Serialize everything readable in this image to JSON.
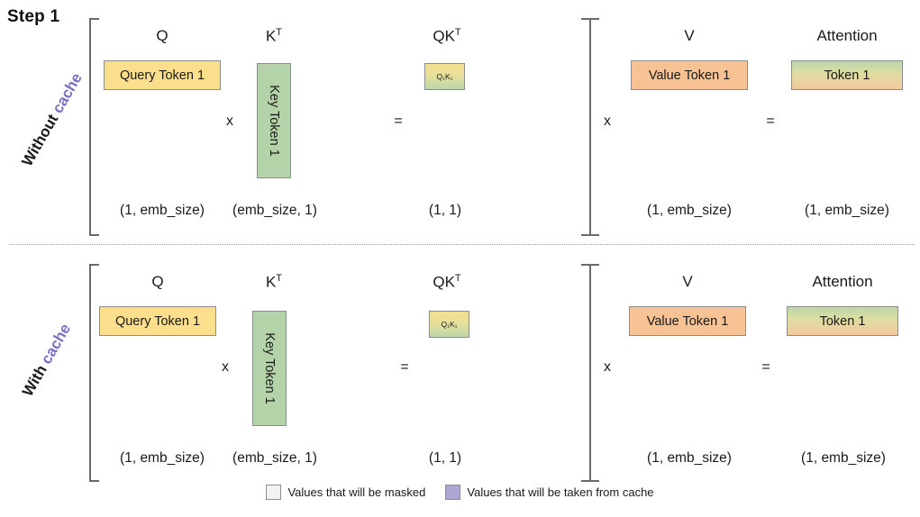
{
  "title": "Step 1",
  "rows": [
    {
      "label_line1": "Without",
      "label_line2": "cache",
      "groups": {
        "left": {
          "headers": {
            "q": "Q",
            "kt": "K",
            "kt_sup": "T",
            "qkt": "QK",
            "qkt_sup": "T"
          },
          "boxes": {
            "q": "Query Token 1",
            "k": "Key Token 1",
            "qk": "Q₁K₁"
          },
          "ops": {
            "mul": "x",
            "eq": "="
          },
          "dims": {
            "q": "(1, emb_size)",
            "kt": "(emb_size, 1)",
            "qkt": "(1, 1)"
          }
        },
        "right": {
          "headers": {
            "v": "V",
            "attention": "Attention"
          },
          "boxes": {
            "v": "Value Token 1",
            "attention": "Token 1"
          },
          "ops": {
            "mul": "x",
            "eq": "="
          },
          "dims": {
            "v": "(1, emb_size)",
            "attention": "(1, emb_size)"
          }
        }
      }
    },
    {
      "label_line1": "With",
      "label_line2": "cache",
      "groups": {
        "left": {
          "headers": {
            "q": "Q",
            "kt": "K",
            "kt_sup": "T",
            "qkt": "QK",
            "qkt_sup": "T"
          },
          "boxes": {
            "q": "Query Token 1",
            "k": "Key Token 1",
            "qk": "Q₁K₁"
          },
          "ops": {
            "mul": "x",
            "eq": "="
          },
          "dims": {
            "q": "(1, emb_size)",
            "kt": "(emb_size, 1)",
            "qkt": "(1, 1)"
          }
        },
        "right": {
          "headers": {
            "v": "V",
            "attention": "Attention"
          },
          "boxes": {
            "v": "Value Token 1",
            "attention": "Token 1"
          },
          "ops": {
            "mul": "x",
            "eq": "="
          },
          "dims": {
            "v": "(1, emb_size)",
            "attention": "(1, emb_size)"
          }
        }
      }
    }
  ],
  "legend": [
    {
      "swatch": "masked-swatch",
      "text": "Values that will be masked",
      "color": "#f2f2f2"
    },
    {
      "swatch": "cache-swatch",
      "text": "Values that will be taken from cache",
      "color": "#b0a6d4"
    }
  ],
  "colors": {
    "query": "#fbdf8d",
    "key": "#b5d3a8",
    "value": "#f7c395",
    "cache_purple": "#7a6fc4",
    "border": "#8d8d8d",
    "bracket": "#6a6a6a"
  }
}
